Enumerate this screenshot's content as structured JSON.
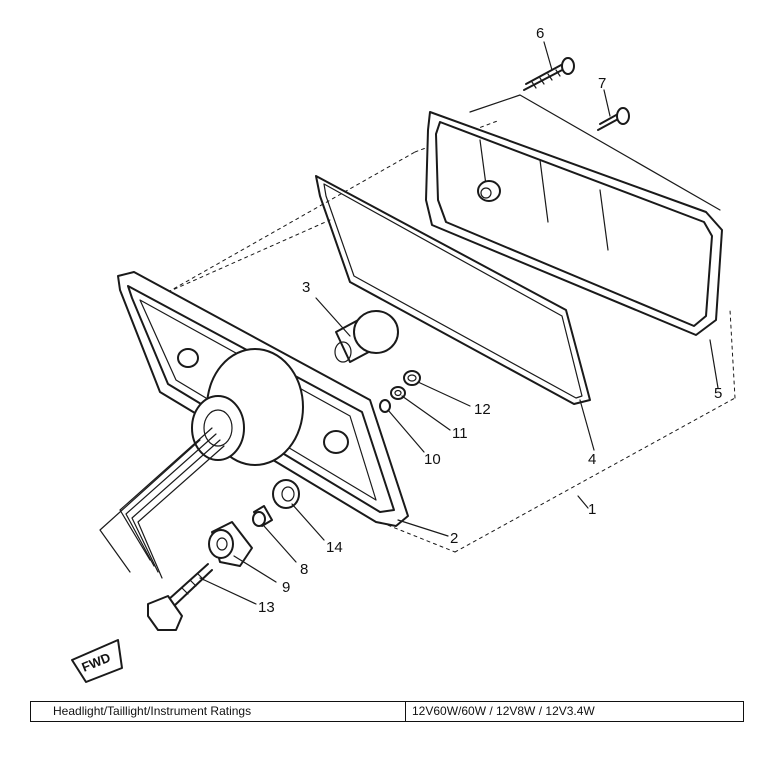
{
  "callouts": [
    "1",
    "2",
    "3",
    "4",
    "5",
    "6",
    "7",
    "8",
    "9",
    "10",
    "11",
    "12",
    "13",
    "14"
  ],
  "fwd_label": "FWD",
  "ratings": {
    "name": "Headlight/Taillight/Instrument Ratings",
    "value": "12V60W/60W   /   12V8W   /   12V3.4W"
  }
}
